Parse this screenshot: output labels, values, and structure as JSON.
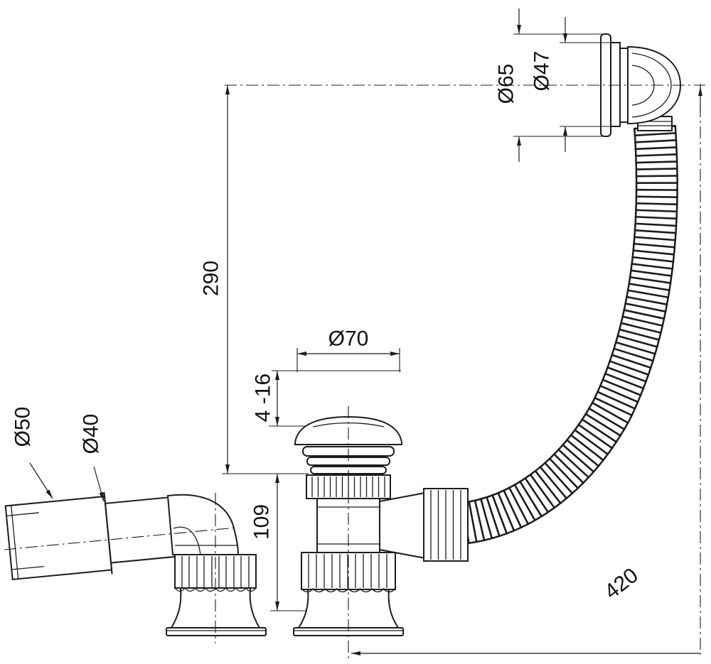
{
  "page": {
    "background": "#ffffff",
    "line_color": "#1c1c1c"
  },
  "drawing": {
    "description": "Technical dimension drawing of a bath waste and overflow set with corrugated hose and click-clack plug",
    "labels": {
      "overflow_outer_diameter": "Ø65",
      "overflow_inner_diameter": "Ø47",
      "overflow_to_waste_height": "290",
      "plug_cap_diameter": "Ø70",
      "cap_adjustment_range": "4 -16",
      "outlet_outer_diameter": "Ø50",
      "outlet_inner_diameter": "Ø40",
      "waste_body_height": "109",
      "hose_length": "420"
    }
  }
}
